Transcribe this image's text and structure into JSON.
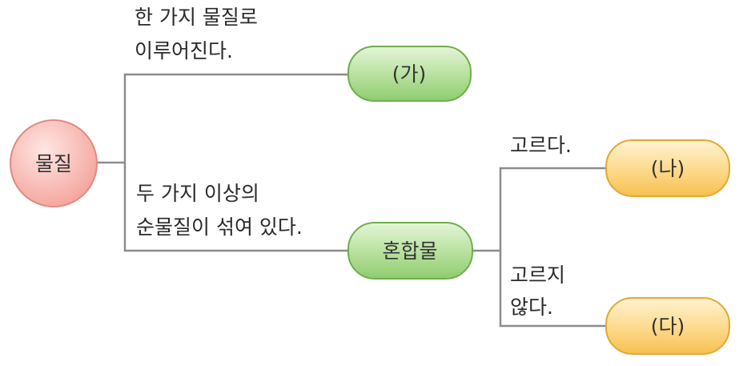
{
  "root": {
    "label": "물질"
  },
  "pure": {
    "condition_line1": "한 가지 물질로",
    "condition_line2": "이루어진다.",
    "label": "(가)"
  },
  "mixture": {
    "condition_line1": "두 가지 이상의",
    "condition_line2": "순물질이 섞여 있다.",
    "label": "혼합물"
  },
  "uniform": {
    "condition": "고르다.",
    "label": "(나)"
  },
  "nonuniform": {
    "condition_line1": "고르지",
    "condition_line2": "않다.",
    "label": "(다)"
  },
  "colors": {
    "line": "#8c8c8c",
    "root_fill": "#f7b3ad",
    "root_stroke": "#d97b72",
    "green_fill": "#a9d98f",
    "green_stroke": "#6fae4f",
    "orange_fill": "#fcd47a",
    "orange_stroke": "#e3a832"
  }
}
